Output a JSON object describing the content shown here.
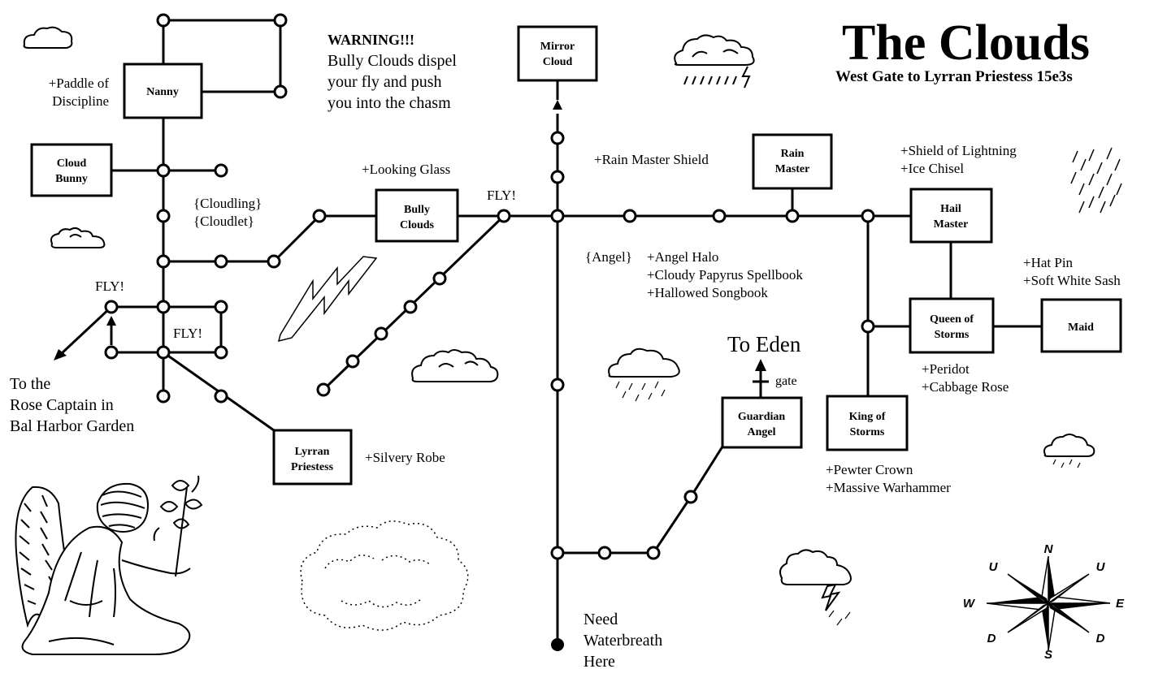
{
  "title": "The Clouds",
  "subtitle": "West Gate to Lyrran Priestess 15e3s",
  "warning": {
    "heading": "WARNING!!!",
    "lines": [
      "Bully Clouds dispel",
      "your fly and push",
      "you into the chasm"
    ]
  },
  "rooms": {
    "nanny": [
      "Nanny"
    ],
    "cloud_bunny": [
      "Cloud",
      "Bunny"
    ],
    "bully_clouds": [
      "Bully",
      "Clouds"
    ],
    "mirror_cloud": [
      "Mirror",
      "Cloud"
    ],
    "rain_master": [
      "Rain",
      "Master"
    ],
    "hail_master": [
      "Hail",
      "Master"
    ],
    "queen_of_storms": [
      "Queen of",
      "Storms"
    ],
    "maid": [
      "Maid"
    ],
    "king_of_storms": [
      "King of",
      "Storms"
    ],
    "guardian_angel": [
      "Guardian",
      "Angel"
    ],
    "lyrran_priestess": [
      "Lyrran",
      "Priestess"
    ]
  },
  "labels": {
    "paddle": [
      "+Paddle of",
      "Discipline"
    ],
    "cloudling": [
      "{Cloudling}",
      "{Cloudlet}"
    ],
    "looking_glass": "+Looking Glass",
    "fly_1": "FLY!",
    "fly_2": "FLY!",
    "fly_3": "FLY!",
    "rain_shield": "+Rain Master Shield",
    "angel_mob": "{Angel}",
    "angel_items": [
      "+Angel Halo",
      "+Cloudy Papyrus Spellbook",
      "+Hallowed Songbook"
    ],
    "hail_items": [
      "+Shield of Lightning",
      "+Ice Chisel"
    ],
    "maid_items": [
      "+Hat Pin",
      "+Soft White Sash"
    ],
    "queen_items": [
      "+Peridot",
      "+Cabbage Rose"
    ],
    "king_items": [
      "+Pewter Crown",
      "+Massive Warhammer"
    ],
    "silvery_robe": "+Silvery Robe",
    "rose_captain": [
      "To the",
      "Rose Captain in",
      "Bal Harbor Garden"
    ],
    "to_eden": "To Eden",
    "gate": "gate",
    "waterbreath": [
      "Need",
      "Waterbreath",
      "Here"
    ]
  },
  "compass": {
    "n": "N",
    "s": "S",
    "e": "E",
    "w": "W",
    "u": "U",
    "d": "D",
    "u2": "U",
    "d2": "D"
  }
}
